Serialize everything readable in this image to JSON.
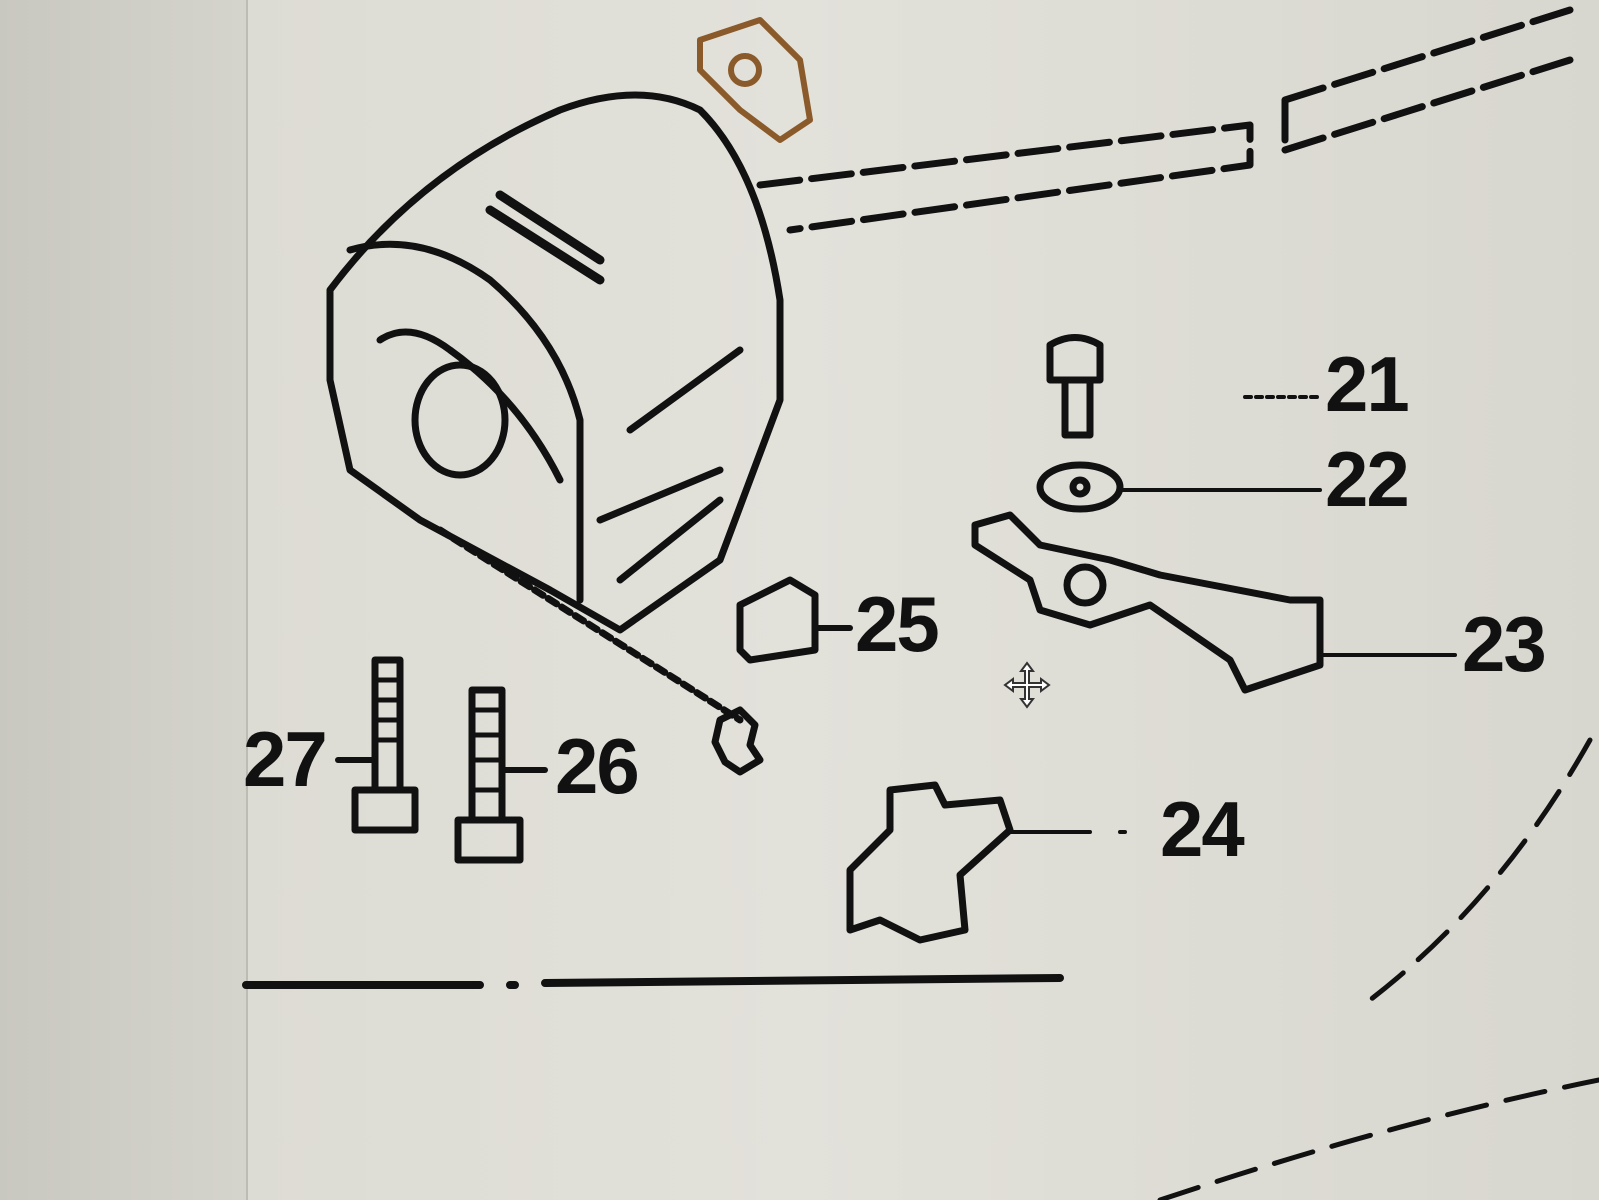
{
  "diagram": {
    "part_labels": [
      "21",
      "22",
      "23",
      "24",
      "25",
      "26",
      "27"
    ],
    "cursor_icon": "move-cursor-icon",
    "line_color": "#111111",
    "accent_color": "#8a5a2a"
  }
}
